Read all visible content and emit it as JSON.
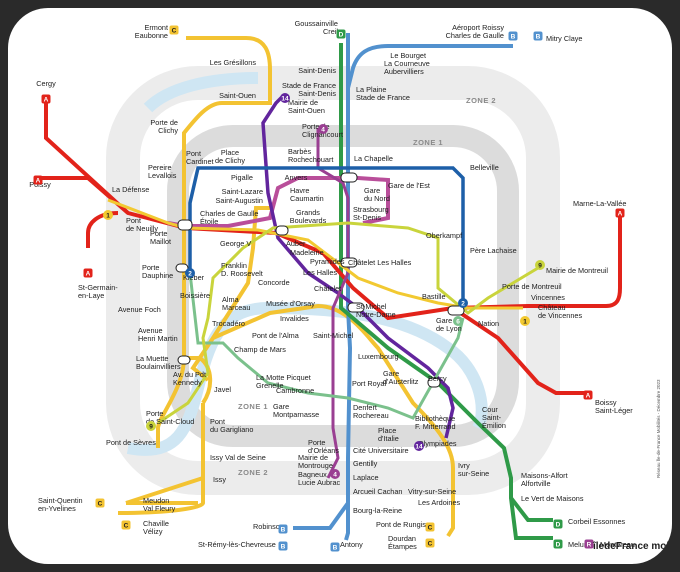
{
  "map": {
    "zones": [
      "ZONE 2",
      "ZONE 1",
      "ZONE 1",
      "ZONE 2"
    ],
    "stations": {
      "ermont": "Ermont\nEaubonne",
      "goussainville": "Goussainville\nCreil",
      "roissy": "Aéroport Roissy\nCharles de Gaulle",
      "mitry": "Mitry Claye",
      "lebourget": "Le Bourget",
      "courneuve": "La Courneuve\nAubervilliers",
      "plaine": "La Plaine\nStade de France",
      "saintdenis": "Saint-Denis",
      "stadefrance": "Stade de France\nSaint-Denis",
      "gresillons": "Les Grésillons",
      "cergy": "Cergy",
      "saintouen": "Saint-Ouen",
      "mairiesaintouen": "Mairie de\nSaint-Ouen",
      "clignancourt": "Porte de\nClignancourt",
      "poissy": "Poissy",
      "portedeclichy": "Porte de\nClichy",
      "pontcardinet": "Pont\nCardinet",
      "placedeclichy": "Place\nde Clichy",
      "barbes": "Barbès\nRochechouart",
      "lachapelle": "La Chapelle",
      "pereire": "Pereire\nLevallois",
      "pigalle": "Pigalle",
      "anvers": "Anvers",
      "garedunord": "Gare\ndu Nord",
      "garedelest": "Gare de l'Est",
      "belleville": "Belleville",
      "ladefense": "La Défense",
      "saintlazare": "Saint-Lazare",
      "saintaugustin": "Saint-Augustin",
      "havre": "Havre\nCaumartin",
      "strasbourg": "Strasbourg\nSt-Denis",
      "marnelavallee": "Marne-La-Vallée",
      "pontneuilly": "Pont\nde Neuilly",
      "cdgetoile": "Charles de Gaulle\nÉtoile",
      "grandsboulevards": "Grands\nBoulevards",
      "oberkampf": "Oberkampf",
      "portemaillot": "Porte\nMaillot",
      "georgev": "George V",
      "auber": "Auber",
      "madeleine": "Madeleine",
      "pyramides": "Pyramides",
      "chateletleshalles": "Châtelet Les Halles",
      "perelachaise": "Père Lachaise",
      "saintgermain": "St-Germain-\nen-Laye",
      "portedauphine": "Porte\nDauphine",
      "kleber": "Kléber",
      "franklin": "Franklin\nD. Roosevelt",
      "concorde": "Concorde",
      "leshalles": "Les Halles",
      "chatelet": "Châtelet",
      "mairiemontreuil": "Mairie de Montreuil",
      "portemontreuil": "Porte de Montreuil",
      "boissiere": "Boissière",
      "vincennes": "Vincennes",
      "chateauvincennes": "Château\nde Vincennes",
      "avenuefoch": "Avenue Foch",
      "almamarceau": "Alma\nMarceau",
      "museedorsay": "Musée d'Orsay",
      "bastille": "Bastille",
      "invalides": "Invalides",
      "stmichelnd": "St-Michel\nNotre-Dame",
      "avenuehenrimartin": "Avenue\nHenri Martin",
      "trocadero": "Trocadéro",
      "garedelyon": "Gare\nde Lyon",
      "nation": "Nation",
      "pontdelalma": "Pont de l'Alma",
      "saintmichel": "Saint-Michel",
      "champdemars": "Champ de Mars",
      "luxembourg": "Luxembourg",
      "lamuette": "La Muette\nBoulainvilliers",
      "avpdtkennedy": "Av. du Pdt\nKennedy",
      "garedausterlitz": "Gare\nd'Austerlitz",
      "bercy": "Bercy",
      "lamottepicquet": "La Motte Picquet\nGrenelle",
      "portroyal": "Port Royal",
      "javel": "Javel",
      "cambronne": "Cambronne",
      "boissysaintleger": "Boissy\nSaint-Léger",
      "garemontparnasse": "Gare\nMontparnasse",
      "denfert": "Denfert\nRochereau",
      "portedesaintcloud": "Porte\nde Saint-Cloud",
      "pontdugarigliano": "Pont\ndu Garigliano",
      "bibliotheque": "Bibliothèque\nF. Mitterrand",
      "coursaintemilion": "Cour\nSaint-\nÉmilion",
      "placeditalie": "Place\nd'Italie",
      "portedesevres": "Pont de Sèvres",
      "portedorleans": "Porte\nd'Orléans",
      "olympiades": "Olympiades",
      "citeuniversitaire": "Cité Universitaire",
      "mairiedemontrouge": "Mairie de\nMontrouge",
      "issyvaldeseine": "Issy Val de Seine",
      "gentilly": "Gentilly",
      "ivrysurseine": "Ivry\nsur-Seine",
      "bagneux": "Bagneux\nLucie Aubrac",
      "laplace": "Laplace",
      "maisonsalfort": "Maisons-Alfort\nAlfortville",
      "issy": "Issy",
      "arcueilcachan": "Arcueil Cachan",
      "vitry": "Vitry-sur-Seine",
      "lesardoines": "Les Ardoines",
      "levertdemaisons": "Le Vert de Maisons",
      "saintquentin": "Saint-Quentin\nen-Yvelines",
      "meudon": "Meudon\nVal Fleury",
      "chaville": "Chaville\nVélizy",
      "bourglareine": "Bourg-la-Reine",
      "pontderungis": "Pont de Rungis",
      "corbeil": "Corbeil Essonnes",
      "robinson": "Robinson",
      "dourdan": "Dourdan\nÉtampes",
      "stremy": "St-Rémy-lès-Chevreuse",
      "antony": "Antony",
      "melun": "Melun",
      "montereau": "Montereau"
    },
    "badges": {
      "c": "C",
      "d": "D",
      "b": "B",
      "a": "A",
      "r": "R",
      "m14": "14",
      "m4": "4",
      "m2": "2",
      "m1": "1",
      "m9": "9",
      "m6": "6"
    },
    "logo": "îledeFrance mobilités",
    "side_note": "Réseau Île-de-France Mobilités - Décembre 2023"
  },
  "colors": {
    "rerA": "#e2231a",
    "rerB": "#5291ce",
    "rerC": "#f3c332",
    "rerD": "#2f9a48",
    "rerE": "#b94e9a",
    "m14": "#62259d",
    "m4": "#9a3f92",
    "m2": "#1d5fa8",
    "m1": "#f2c931",
    "m6": "#7bc18c",
    "m9": "#c9d43c",
    "zone1": "#dcdcdc",
    "zone2": "#ececec",
    "seine": "#cfe6f3"
  }
}
